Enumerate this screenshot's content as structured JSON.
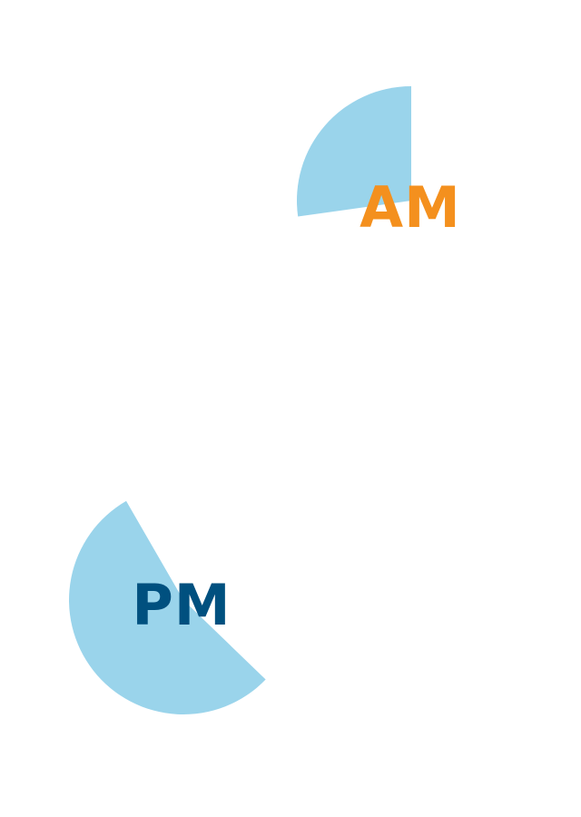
{
  "chart_data": {
    "type": "pie",
    "charts": [
      {
        "label": "AM",
        "label_color": "#f4901e",
        "slice_color": "#9ad4eb",
        "start_angle_deg": 0,
        "end_angle_deg": 98
      },
      {
        "label": "PM",
        "label_color": "#00507f",
        "slice_color": "#9ad4eb",
        "start_angle_deg": 30,
        "end_angle_deg": 226
      }
    ]
  }
}
